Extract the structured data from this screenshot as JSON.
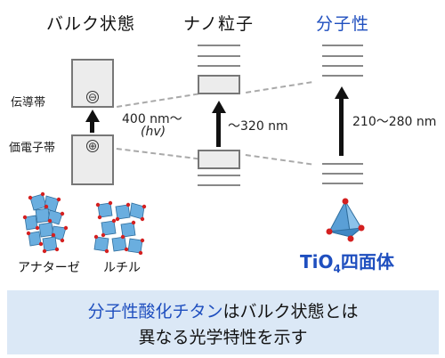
{
  "headers": {
    "bulk": "バルク状態",
    "nano": "ナノ粒子",
    "molecule": "分子性"
  },
  "bands": {
    "conduction": "伝導帯",
    "valence": "価電子帯",
    "minus_symbol": "⊖",
    "plus_symbol": "⊕"
  },
  "transitions": {
    "bulk_line1": "400 nm～",
    "bulk_line2": "(hv)",
    "nano": "～320 nm",
    "molecule": "210～280 nm"
  },
  "structures": {
    "anatase": "アナターゼ",
    "rutile": "ルチル",
    "tio4_prefix": "TiO",
    "tio4_sub": "4",
    "tio4_suffix": "四面体"
  },
  "caption": {
    "line1_highlight": "分子性酸化チタン",
    "line1_rest": "はバルク状態とは",
    "line2": "異なる光学特性を示す"
  },
  "colors": {
    "accent_blue": "#1f4fbf",
    "caption_bg": "#dbe8f6",
    "crystal_blue": "#6aaedf",
    "oxygen_red": "#d42020"
  }
}
